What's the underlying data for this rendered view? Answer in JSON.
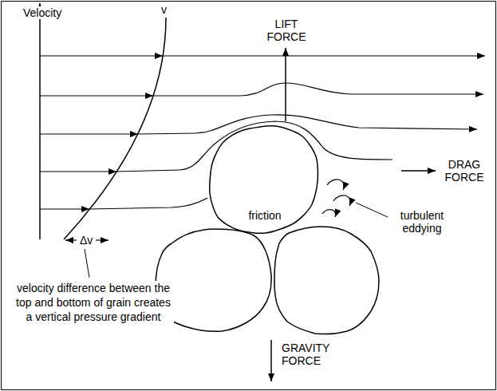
{
  "diagram": {
    "nodes": [
      {
        "text": [
          "friction"
        ]
      }
    ],
    "labels": [
      "Velocity",
      "v",
      "LIFT FORCE",
      "DRAG FORCE",
      "turbulent eddying",
      "Δv",
      "velocity difference between the top and bottom of grain creates a vertical pressure gradient",
      "GRAVITY FORCE"
    ]
  }
}
